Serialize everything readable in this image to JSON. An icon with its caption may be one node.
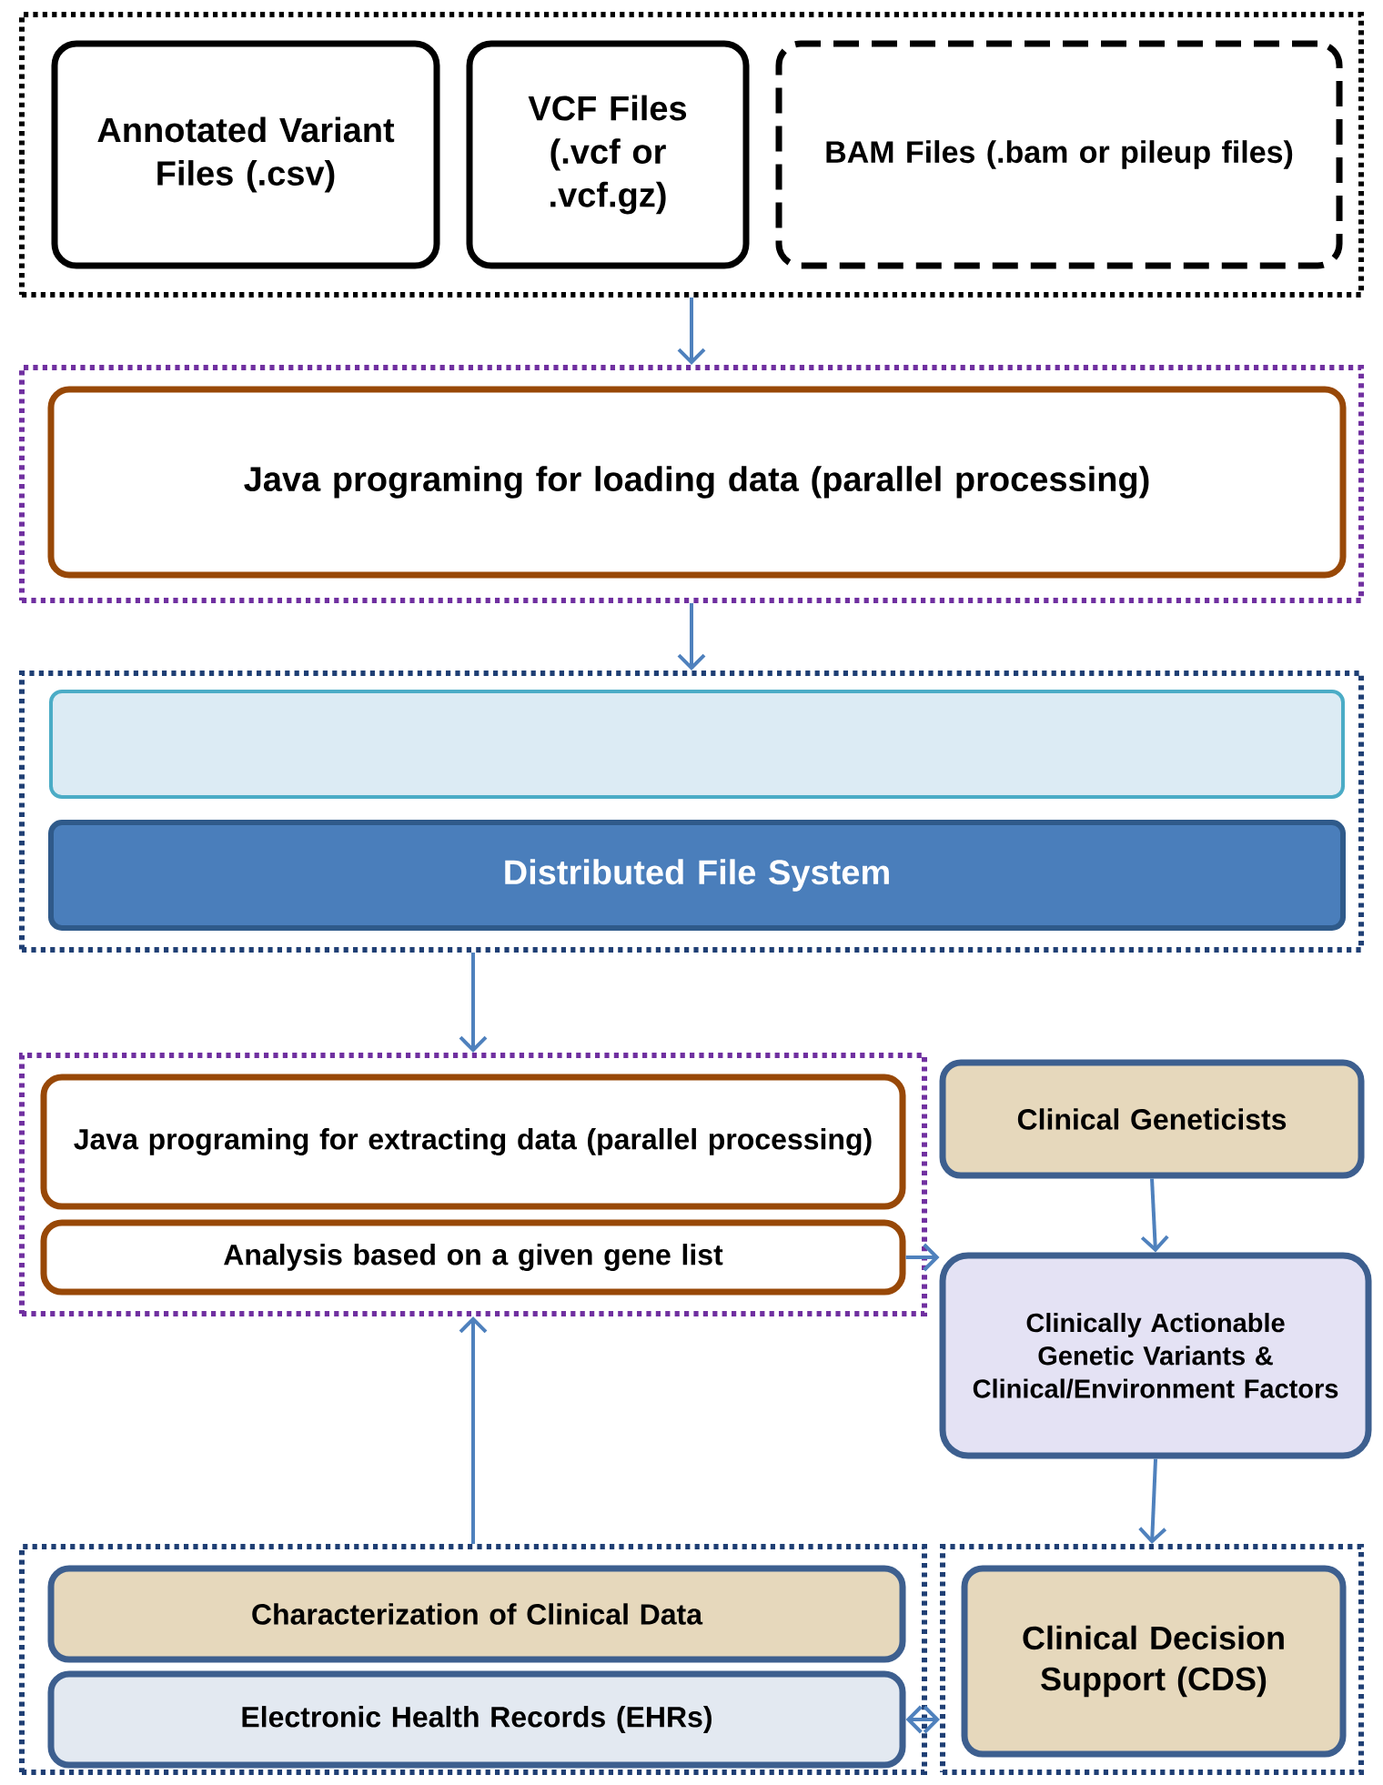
{
  "diagram": {
    "nodes": [
      {
        "text": [],
        "shape": "box"
      },
      {
        "text": [
          "Annotated Variant Files (.csv)"
        ],
        "in": 0
      },
      {
        "text": [
          "VCF Files (.vcf or .vcf.gz)"
        ],
        "in": 0
      },
      {
        "text": [
          "BAM Files (.bam or pileup files)"
        ],
        "in": 0
      },
      {
        "text": [],
        "shape": "box"
      },
      {
        "text": [
          "Java programing for loading data (parallel processing)"
        ],
        "in": 4
      },
      {
        "text": [],
        "shape": "box"
      },
      {
        "text": [],
        "shape": "box",
        "in": 6
      },
      {
        "text": [
          "Distributed File System"
        ],
        "in": 6
      },
      {
        "text": [],
        "shape": "box"
      },
      {
        "text": [
          "Java programing for extracting data (parallel processing)"
        ],
        "in": 9
      },
      {
        "text": [
          "Analysis  based on a given gene list"
        ],
        "in": 9
      },
      {
        "text": [
          "Clinical Geneticists"
        ]
      },
      {
        "text": [
          "Clinically Actionable Genetic Variants & Clinical/Environment Factors"
        ]
      },
      {
        "text": [],
        "shape": "box"
      },
      {
        "text": [
          "Characterization of Clinical Data"
        ],
        "in": 14
      },
      {
        "text": [
          "Electronic Health Records (EHRs)"
        ],
        "in": 14
      },
      {
        "text": [],
        "shape": "box"
      },
      {
        "text": [
          "Clinical Decision Support (CDS)"
        ],
        "in": 17
      }
    ],
    "edges": [
      {
        "from": 0,
        "to": 4,
        "arrow": "to"
      },
      {
        "from": 4,
        "to": 6,
        "arrow": "to"
      },
      {
        "from": 6,
        "to": 9,
        "arrow": "to"
      },
      {
        "from": 14,
        "to": 9,
        "arrow": "to"
      },
      {
        "from": 11,
        "to": 13,
        "arrow": "to"
      },
      {
        "from": 12,
        "to": 13,
        "arrow": "to"
      },
      {
        "from": 13,
        "to": 17,
        "arrow": "to"
      },
      {
        "from": 16,
        "to": 17,
        "arrow": "both"
      }
    ]
  }
}
